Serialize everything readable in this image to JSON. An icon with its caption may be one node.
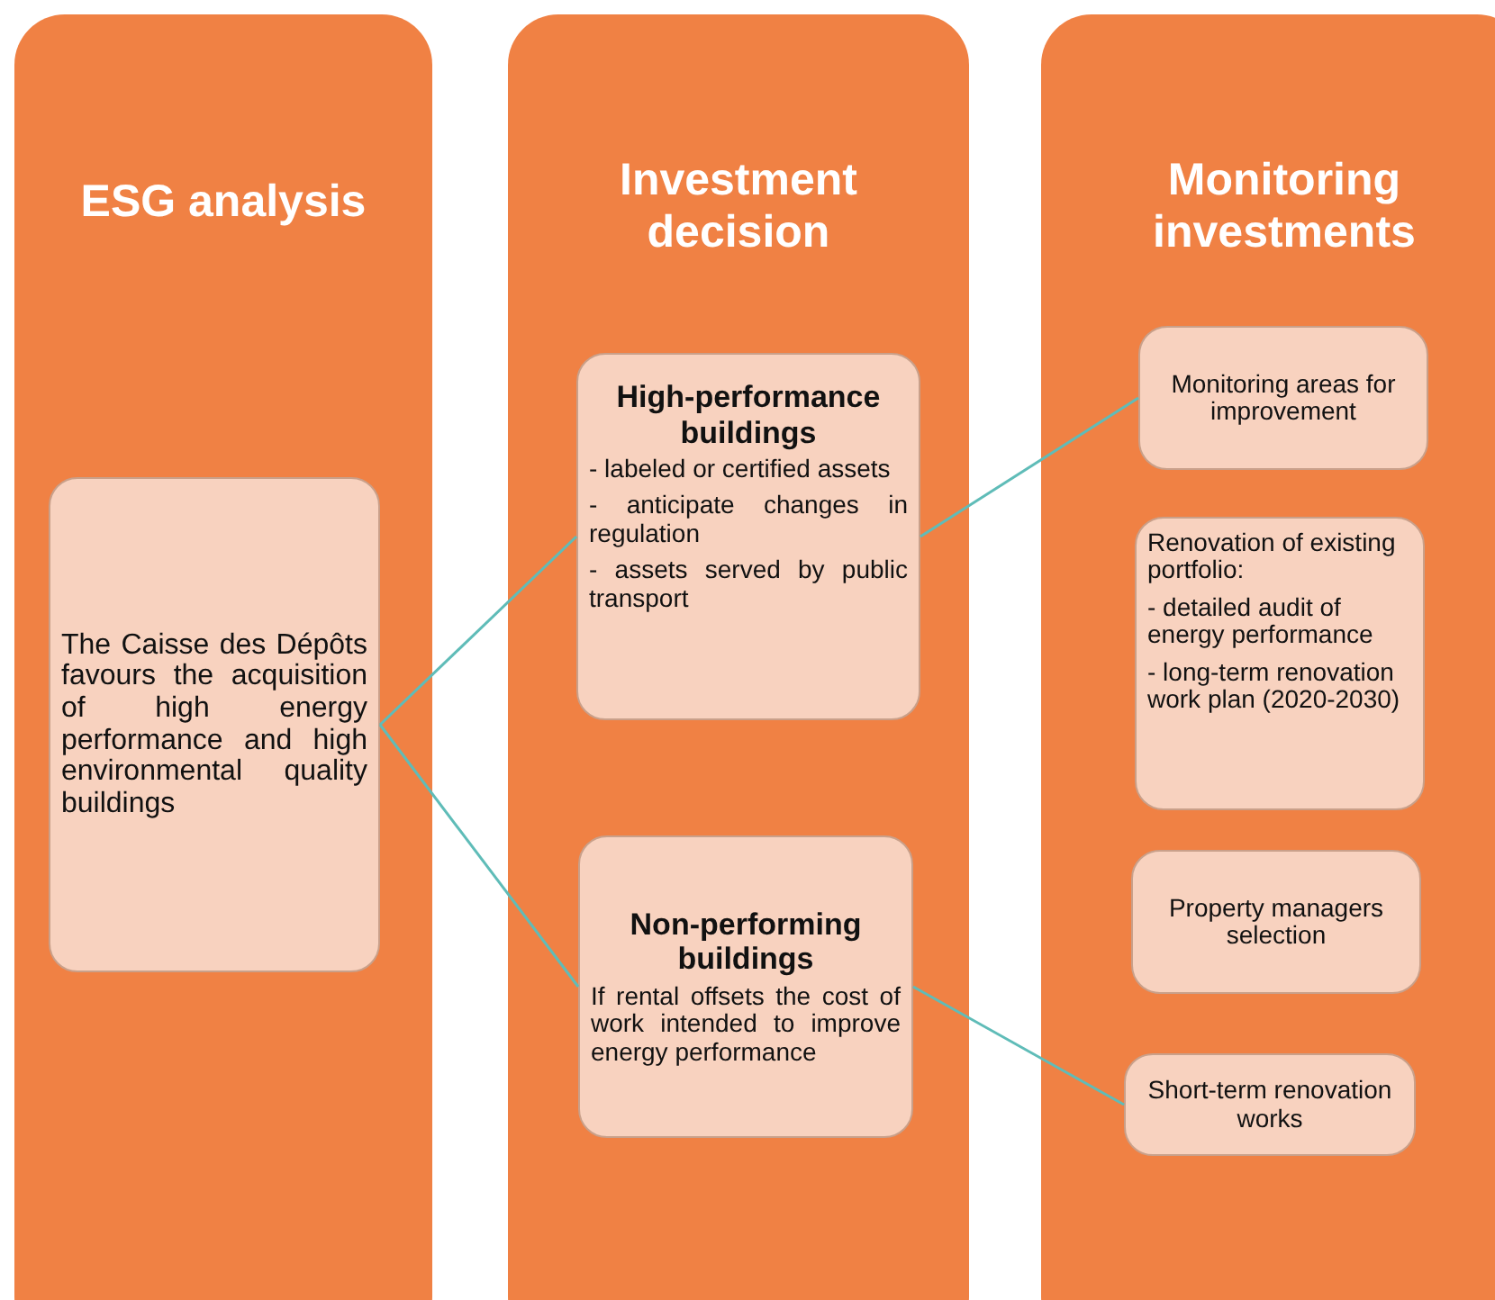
{
  "diagram": {
    "nodes": [
      {
        "text": [
          "ESG analysis"
        ]
      },
      {
        "text": [
          "The Caisse des Dépôts favours the acquisition of high energy performance and high environmental quality buildings"
        ],
        "in": 0
      },
      {
        "text": [
          "Investment decision"
        ]
      },
      {
        "text": [
          "High-performance buildings",
          "- labeled or certified assets",
          "- anticipate changes in regulation",
          "- assets served by public transport"
        ],
        "in": 2
      },
      {
        "text": [
          "Non-performing buildings",
          "If rental offsets the cost of work intended to improve energy performance"
        ],
        "in": 2
      },
      {
        "text": [
          "Monitoring investments"
        ]
      },
      {
        "text": [
          "Monitoring areas for improvement"
        ],
        "in": 5
      },
      {
        "text": [
          "Renovation of existing portfolio:",
          "- detailed audit of energy performance",
          "- long-term renovation work plan (2020-2030)"
        ],
        "in": 5
      },
      {
        "text": [
          "Property managers selection"
        ],
        "in": 5
      },
      {
        "text": [
          "Short-term renovation works"
        ],
        "in": 5
      }
    ],
    "edges": [
      {
        "from": 1,
        "to": 3,
        "arrow": "none"
      },
      {
        "from": 1,
        "to": 4,
        "arrow": "none"
      },
      {
        "from": 3,
        "to": 6,
        "arrow": "none"
      },
      {
        "from": 4,
        "to": 9,
        "arrow": "none"
      }
    ]
  }
}
